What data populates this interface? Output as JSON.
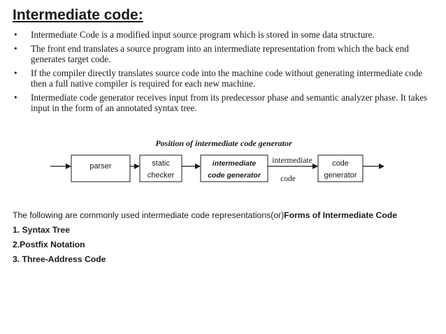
{
  "title": "Intermediate code:",
  "bullets": [
    "Intermediate Code is a modified input source program which is stored in some data structure.",
    "The front end translates a source program into an intermediate representation from which the back end generates target code.",
    "If the compiler directly translates source code into the machine code without generating intermediate code then a full native compiler is required for each new machine.",
    "Intermediate code generator receives input from its predecessor phase and semantic analyzer phase. It takes input in the form of an annotated syntax tree."
  ],
  "bullet_marker": "•",
  "diagram": {
    "caption": "Position of intermediate code generator",
    "box1": "parser",
    "box2_line1": "static",
    "box2_line2": "checker",
    "box3_line1": "intermediate",
    "box3_line2": "code generator",
    "arrow_label_top": "intermediate",
    "arrow_label_bottom": "code",
    "box4_line1": "code",
    "box4_line2": "generator"
  },
  "intro_text": "The following are commonly used intermediate code representations(or)",
  "intro_bold": "Forms of Intermediate Code",
  "forms": [
    "1. Syntax Tree",
    "2.Postfix Notation",
    "3. Three-Address Code"
  ]
}
